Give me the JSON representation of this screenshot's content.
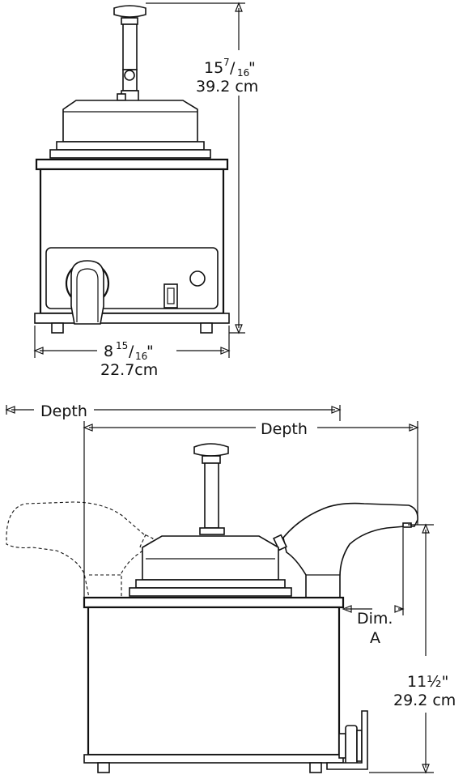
{
  "front_view": {
    "height_dim": {
      "whole": "15",
      "num": "7",
      "den": "16",
      "unit": "\"",
      "metric": "39.2 cm"
    },
    "width_dim": {
      "whole": "8",
      "num": "15",
      "den": "16",
      "unit": "\"",
      "metric": "22.7cm"
    }
  },
  "side_view": {
    "depth_outer_label": "Depth",
    "depth_inner_label": "Depth",
    "dim_a_line1": "Dim.",
    "dim_a_line2": "A",
    "height_dim": {
      "imperial": "11½\"",
      "metric": "29.2 cm"
    }
  },
  "colors": {
    "line": "#111111",
    "background": "#ffffff"
  }
}
